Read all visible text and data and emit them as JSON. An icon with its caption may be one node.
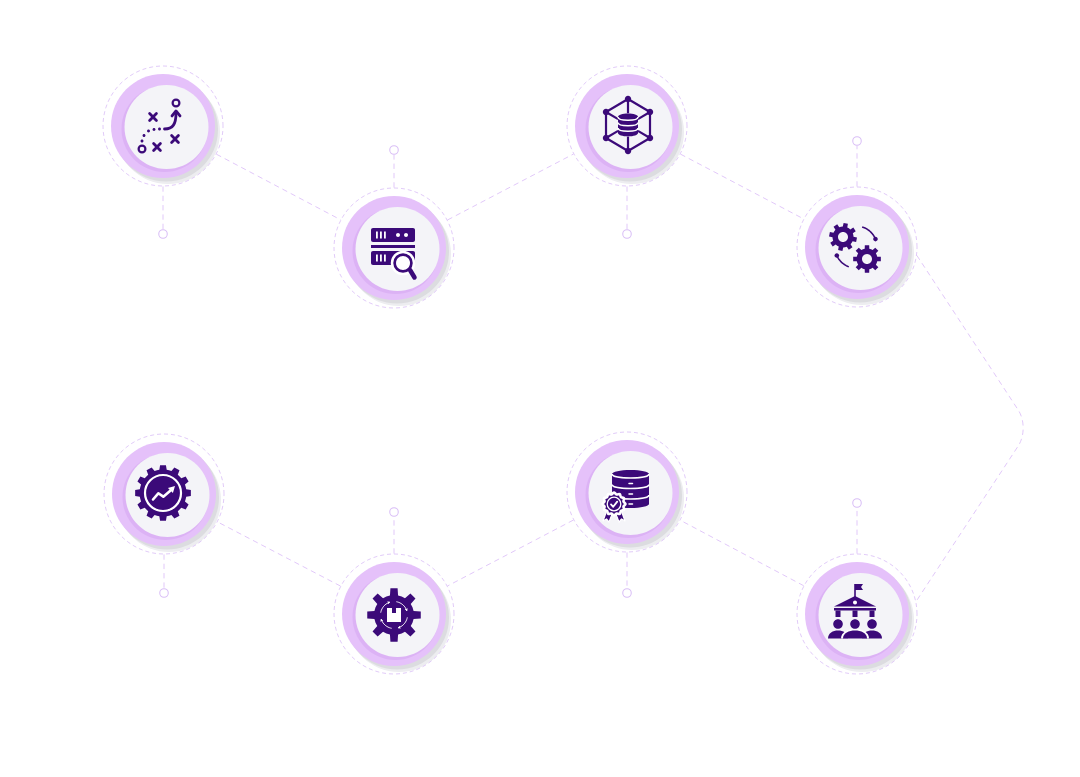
{
  "diagram": {
    "nodes": [
      {
        "text": [],
        "shape": "circle"
      },
      {
        "text": [],
        "shape": "circle"
      },
      {
        "text": [],
        "shape": "circle"
      },
      {
        "text": [],
        "shape": "circle"
      },
      {
        "text": [],
        "shape": "circle"
      },
      {
        "text": [],
        "shape": "circle"
      },
      {
        "text": [],
        "shape": "circle"
      },
      {
        "text": [],
        "shape": "circle"
      },
      {
        "text": [],
        "shape": "circle"
      },
      {
        "text": [],
        "shape": "circle"
      },
      {
        "text": [],
        "shape": "circle"
      },
      {
        "text": [],
        "shape": "circle"
      },
      {
        "text": [],
        "shape": "circle"
      },
      {
        "text": [],
        "shape": "circle"
      },
      {
        "text": [],
        "shape": "circle"
      },
      {
        "text": [],
        "shape": "circle"
      }
    ],
    "edges": [
      {
        "from": 0,
        "to": 1,
        "arrow": "none"
      },
      {
        "from": 1,
        "to": 2,
        "arrow": "none"
      },
      {
        "from": 2,
        "to": 3,
        "arrow": "none"
      },
      {
        "from": 3,
        "to": 7,
        "arrow": "none"
      },
      {
        "from": 7,
        "to": 6,
        "arrow": "none"
      },
      {
        "from": 6,
        "to": 5,
        "arrow": "none"
      },
      {
        "from": 5,
        "to": 4,
        "arrow": "none"
      },
      {
        "from": 0,
        "to": 8,
        "arrow": "none"
      },
      {
        "from": 1,
        "to": 9,
        "arrow": "none"
      },
      {
        "from": 2,
        "to": 10,
        "arrow": "none"
      },
      {
        "from": 3,
        "to": 11,
        "arrow": "none"
      },
      {
        "from": 4,
        "to": 12,
        "arrow": "none"
      },
      {
        "from": 5,
        "to": 13,
        "arrow": "none"
      },
      {
        "from": 6,
        "to": 14,
        "arrow": "none"
      },
      {
        "from": 7,
        "to": 15,
        "arrow": "none"
      }
    ]
  }
}
